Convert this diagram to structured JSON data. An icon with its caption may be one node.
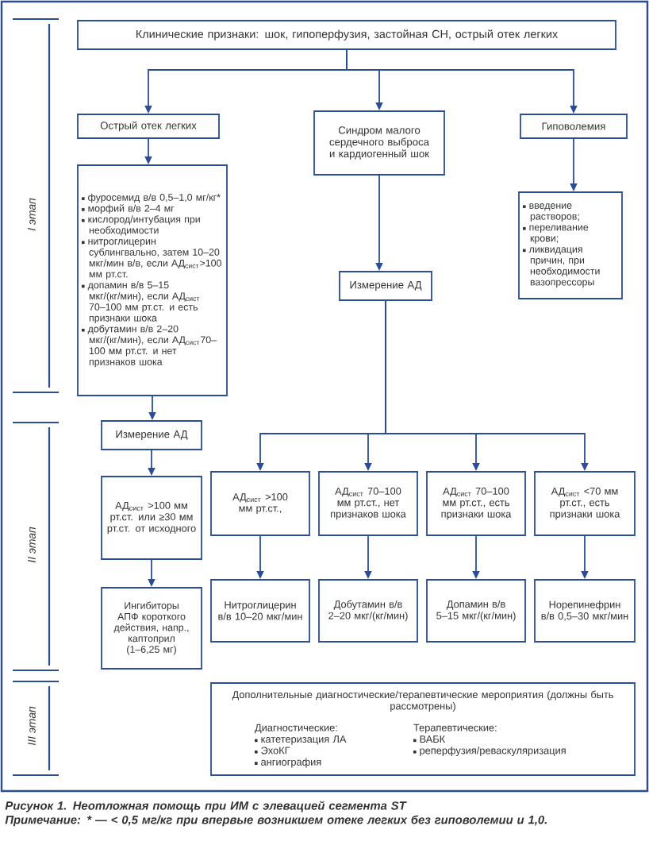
{
  "diagram": {
    "caption": "Рисунок 1. Неотложная помощь при ИМ с элевацией сегмента ST",
    "nodes": [
      {
        "text": [
          "Клинические признаки: шок, гипоперфузия, застойная СН, острый отек легких"
        ]
      },
      {
        "text": [
          "Острый отек легких"
        ]
      },
      {
        "text": [
          "Синдром малого сердечного выброса и кардиогенный шок"
        ]
      },
      {
        "text": [
          "Гиповолемия"
        ]
      },
      {
        "text": [
          "фуросемид в/в 0,5–1,0 мг/кг*",
          "морфий в/в 2–4 мг",
          "кислород/интубация при необходимости",
          "нитроглицерин сублингвально, затем 10–20 мкг/мин в/в, если АД$_{сист}$>100 мм рт.ст.",
          "допамин в/в 5–15 мкг/(кг/мин), если АД$_{сист}$ 70–100 мм рт.ст. и есть признаки шока",
          "добутамин в/в 2–20 мкг/(кг/мин), если АД$_{сист}$70–100 мм рт.ст. и нет признаков шока"
        ]
      },
      {
        "text": [
          "введение растворов;",
          "переливание крови;",
          "ликвидация причин, при необходимости вазопрессоры"
        ]
      },
      {
        "text": [
          "Измерение АД"
        ]
      },
      {
        "text": [
          "Измерение АД"
        ]
      },
      {
        "text": [
          "АД$_{сист}$ >100 мм рт.ст. или ≥30 мм рт.ст. от исходного"
        ]
      },
      {
        "text": [
          "Ингибиторы АПФ короткого действия, напр., каптоприл (1–6,25 мг)"
        ]
      },
      {
        "text": [
          "АД$_{сист}$ >100 мм рт.ст.,"
        ]
      },
      {
        "text": [
          "АД$_{сист}$ 70–100 мм рт.ст., нет признаков шока"
        ]
      },
      {
        "text": [
          "АД$_{сист}$ 70–100 мм рт.ст., есть признаки шока"
        ]
      },
      {
        "text": [
          "АД$_{сист}$ <70 мм рт.ст., есть признаки шока"
        ]
      },
      {
        "text": [
          "Нитроглицерин в/в 10–20 мкг/мин"
        ]
      },
      {
        "text": [
          "Добутамин в/в 2–20 мкг/(кг/мин)"
        ]
      },
      {
        "text": [
          "Допамин в/в 5–15 мкг/(кг/мин)"
        ]
      },
      {
        "text": [
          "Норепинефрин в/в 0,5–30 мкг/мин"
        ]
      },
      {
        "text": [
          "Дополнительные диагностические/терапевтические мероприятия (должны быть рассмотрены)",
          "Диагностические:",
          "катетеризация ЛА",
          "ЭхоКГ",
          "ангиография",
          "Терапевтические:",
          "ВАБК",
          "реперфузия/реваскуляризация"
        ]
      }
    ],
    "edges": [
      {
        "from": 0,
        "to": 1,
        "arrow": "to"
      },
      {
        "from": 0,
        "to": 2,
        "arrow": "to"
      },
      {
        "from": 0,
        "to": 3,
        "arrow": "to"
      },
      {
        "from": 1,
        "to": 4,
        "arrow": "to"
      },
      {
        "from": 2,
        "to": 6,
        "arrow": "to"
      },
      {
        "from": 3,
        "to": 5,
        "arrow": "to"
      },
      {
        "from": 4,
        "to": 7,
        "arrow": "to"
      },
      {
        "from": 7,
        "to": 8,
        "arrow": "to"
      },
      {
        "from": 8,
        "to": 9,
        "arrow": "to"
      },
      {
        "from": 6,
        "to": 10,
        "arrow": "to"
      },
      {
        "from": 6,
        "to": 11,
        "arrow": "to"
      },
      {
        "from": 6,
        "to": 12,
        "arrow": "to"
      },
      {
        "from": 6,
        "to": 13,
        "arrow": "to"
      },
      {
        "from": 10,
        "to": 14,
        "arrow": "to"
      },
      {
        "from": 11,
        "to": 15,
        "arrow": "to"
      },
      {
        "from": 12,
        "to": 16,
        "arrow": "to"
      },
      {
        "from": 13,
        "to": 17,
        "arrow": "to"
      }
    ],
    "labels": [
      "I этап",
      "II этап",
      "III этап",
      "Примечание: * — < 0,5 мг/кг при впервые возникшем отеке легких без гиповолемии и 1,0."
    ]
  }
}
